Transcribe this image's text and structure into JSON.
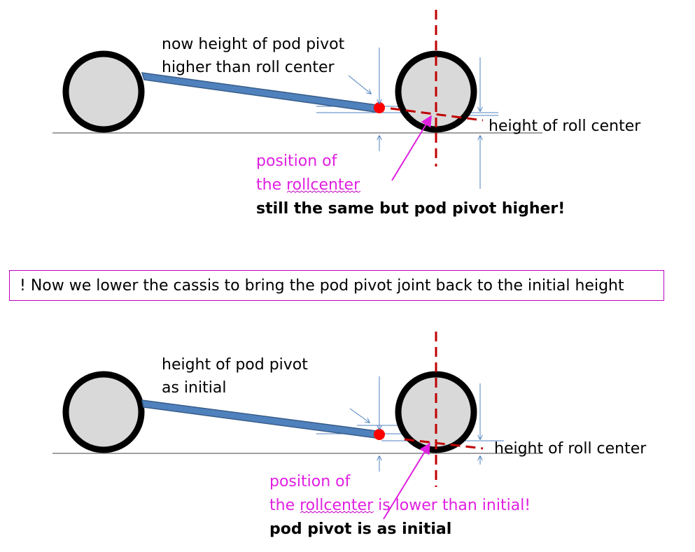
{
  "colors": {
    "wheel_fill": "#d9d9d9",
    "wheel_stroke": "#000000",
    "rod_fill": "#4f81bd",
    "rod_stroke": "#385d8a",
    "pivot": "#ff0000",
    "dashed_line": "#c00000",
    "guide_line": "#4f81bd",
    "magenta_text": "#e020e0",
    "ground": "#808080",
    "box_border": "#c000c0"
  },
  "top": {
    "label_pivot_line1": "now height of pod pivot",
    "label_pivot_line2": "higher than roll center",
    "label_roll_height": "height of roll center",
    "label_position_line1": "position of",
    "label_position_line2": "the rollcenter",
    "label_bold": "still the same but pod pivot higher!"
  },
  "note": {
    "text": "! Now we lower the cassis to bring the pod pivot joint back to the initial height"
  },
  "bottom": {
    "label_pivot_line1": "height of pod pivot",
    "label_pivot_line2": "as initial",
    "label_roll_height": "height of roll center",
    "label_position_line1": "position of",
    "label_position_line2_part1": "the rollcenter",
    "label_position_line2_part2": " is lower than initial!",
    "label_bold": "pod pivot is as initial"
  }
}
